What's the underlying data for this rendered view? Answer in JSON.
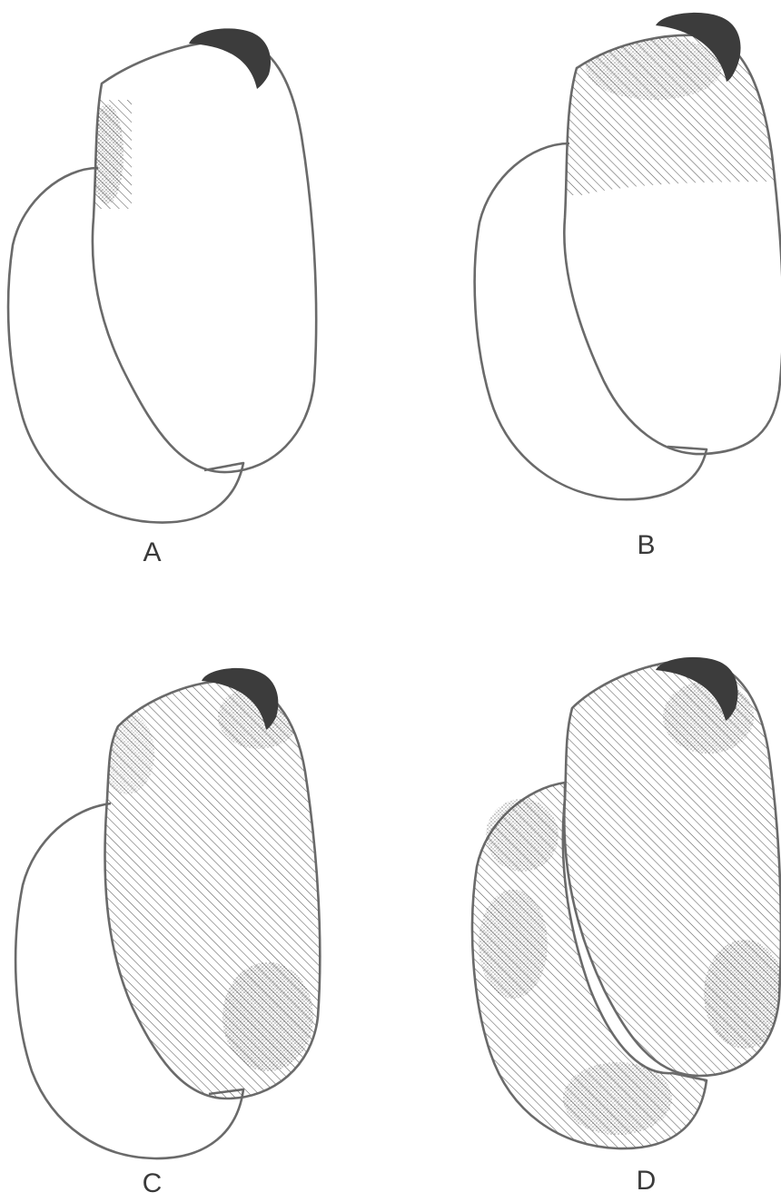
{
  "panels": [
    {
      "id": "A",
      "label": "A",
      "coverage": "minimal",
      "stipple_patches": 1
    },
    {
      "id": "B",
      "label": "B",
      "coverage": "upper",
      "stipple_patches": 1
    },
    {
      "id": "C",
      "label": "C",
      "coverage": "front-lobe",
      "stipple_patches": 3
    },
    {
      "id": "D",
      "label": "D",
      "coverage": "both-lobes",
      "stipple_patches": 5
    }
  ],
  "colors": {
    "ink": "#6a6a6a",
    "cap": "#3c3c3c",
    "hatch": "#5a5a5a",
    "stipple": "#444444",
    "background": "#ffffff"
  }
}
